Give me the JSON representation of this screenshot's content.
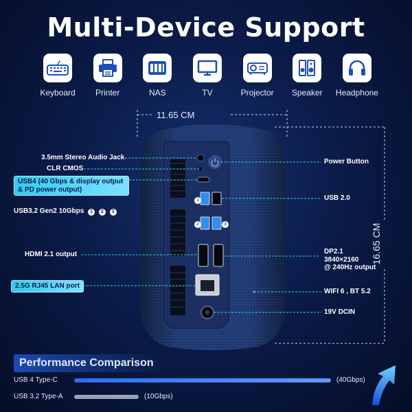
{
  "title": "Multi-Device Support",
  "devices": [
    {
      "label": "Keyboard",
      "icon": "keyboard-icon"
    },
    {
      "label": "Printer",
      "icon": "printer-icon"
    },
    {
      "label": "NAS",
      "icon": "nas-icon"
    },
    {
      "label": "TV",
      "icon": "tv-icon"
    },
    {
      "label": "Projector",
      "icon": "projector-icon"
    },
    {
      "label": "Speaker",
      "icon": "speaker-icon"
    },
    {
      "label": "Headphone",
      "icon": "headphone-icon"
    }
  ],
  "dimensions": {
    "width": "11.65 CM",
    "height": "16.65 CM"
  },
  "left_callouts": {
    "audio": "3.5mm Stereo Audio Jack",
    "clr": "CLR CMOS",
    "usb4": "USB4 (40 Gbps & display output & PD power output)",
    "usb32": "USB3.2 Gen2 10Gbps",
    "usb32_nums": [
      "1",
      "2",
      "3"
    ],
    "hdmi": "HDMI 2.1 output",
    "lan": "2.5G RJ45 LAN port"
  },
  "right_callouts": {
    "power": "Power Button",
    "usb2": "USB 2.0",
    "dp_line1": "DP2.1",
    "dp_line2": "3840×2160",
    "dp_line3": "@ 240Hz output",
    "wifi": "WIFI 6 , BT 5.2",
    "dcin": "19V DCIN"
  },
  "port_numbers": [
    "1",
    "2",
    "3"
  ],
  "performance": {
    "title": "Performance Comparison",
    "rows": [
      {
        "label": "USB 4 Type-C",
        "value_text": "(40Gbps)",
        "gbps": 40
      },
      {
        "label": "USB 3.2 Type-A",
        "value_text": "(10Gbps)",
        "gbps": 10
      }
    ]
  },
  "colors": {
    "accent": "#34c8f0",
    "device_body": "#1f3a6e",
    "bar_usb4": "#2b6cf6",
    "bar_usb32": "#9aa3b4"
  }
}
